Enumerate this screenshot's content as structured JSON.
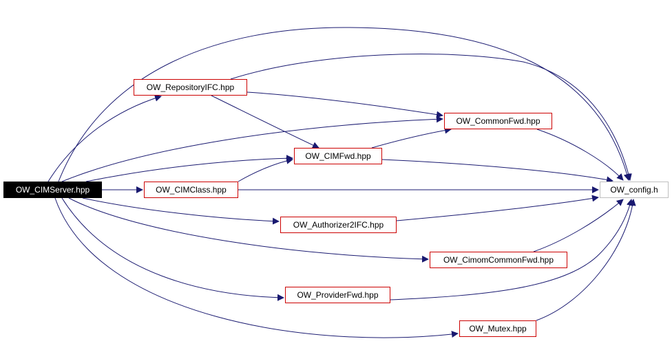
{
  "diagram": {
    "line_color": "#191970",
    "link_border_color": "#cc0000",
    "root_fill": "#000000",
    "nodes": [
      {
        "id": "cimserver",
        "label": "OW_CIMServer.hpp"
      },
      {
        "id": "repository",
        "label": "OW_RepositoryIFC.hpp"
      },
      {
        "id": "commonfwd",
        "label": "OW_CommonFwd.hpp"
      },
      {
        "id": "cimfwd",
        "label": "OW_CIMFwd.hpp"
      },
      {
        "id": "cimclass",
        "label": "OW_CIMClass.hpp"
      },
      {
        "id": "config",
        "label": "OW_config.h"
      },
      {
        "id": "authorizer",
        "label": "OW_Authorizer2IFC.hpp"
      },
      {
        "id": "cimomcommon",
        "label": "OW_CimomCommonFwd.hpp"
      },
      {
        "id": "providerfwd",
        "label": "OW_ProviderFwd.hpp"
      },
      {
        "id": "mutex",
        "label": "OW_Mutex.hpp"
      }
    ],
    "edges": [
      {
        "from": "cimserver",
        "to": "repository"
      },
      {
        "from": "cimserver",
        "to": "commonfwd"
      },
      {
        "from": "cimserver",
        "to": "cimfwd"
      },
      {
        "from": "cimserver",
        "to": "cimclass"
      },
      {
        "from": "cimserver",
        "to": "config"
      },
      {
        "from": "cimserver",
        "to": "authorizer"
      },
      {
        "from": "cimserver",
        "to": "cimomcommon"
      },
      {
        "from": "cimserver",
        "to": "providerfwd"
      },
      {
        "from": "cimserver",
        "to": "mutex"
      },
      {
        "from": "repository",
        "to": "commonfwd"
      },
      {
        "from": "repository",
        "to": "cimfwd"
      },
      {
        "from": "repository",
        "to": "config"
      },
      {
        "from": "cimfwd",
        "to": "commonfwd"
      },
      {
        "from": "cimfwd",
        "to": "config"
      },
      {
        "from": "commonfwd",
        "to": "config"
      },
      {
        "from": "cimclass",
        "to": "cimfwd"
      },
      {
        "from": "cimclass",
        "to": "config"
      },
      {
        "from": "authorizer",
        "to": "config"
      },
      {
        "from": "cimomcommon",
        "to": "config"
      },
      {
        "from": "providerfwd",
        "to": "config"
      },
      {
        "from": "mutex",
        "to": "config"
      }
    ]
  }
}
